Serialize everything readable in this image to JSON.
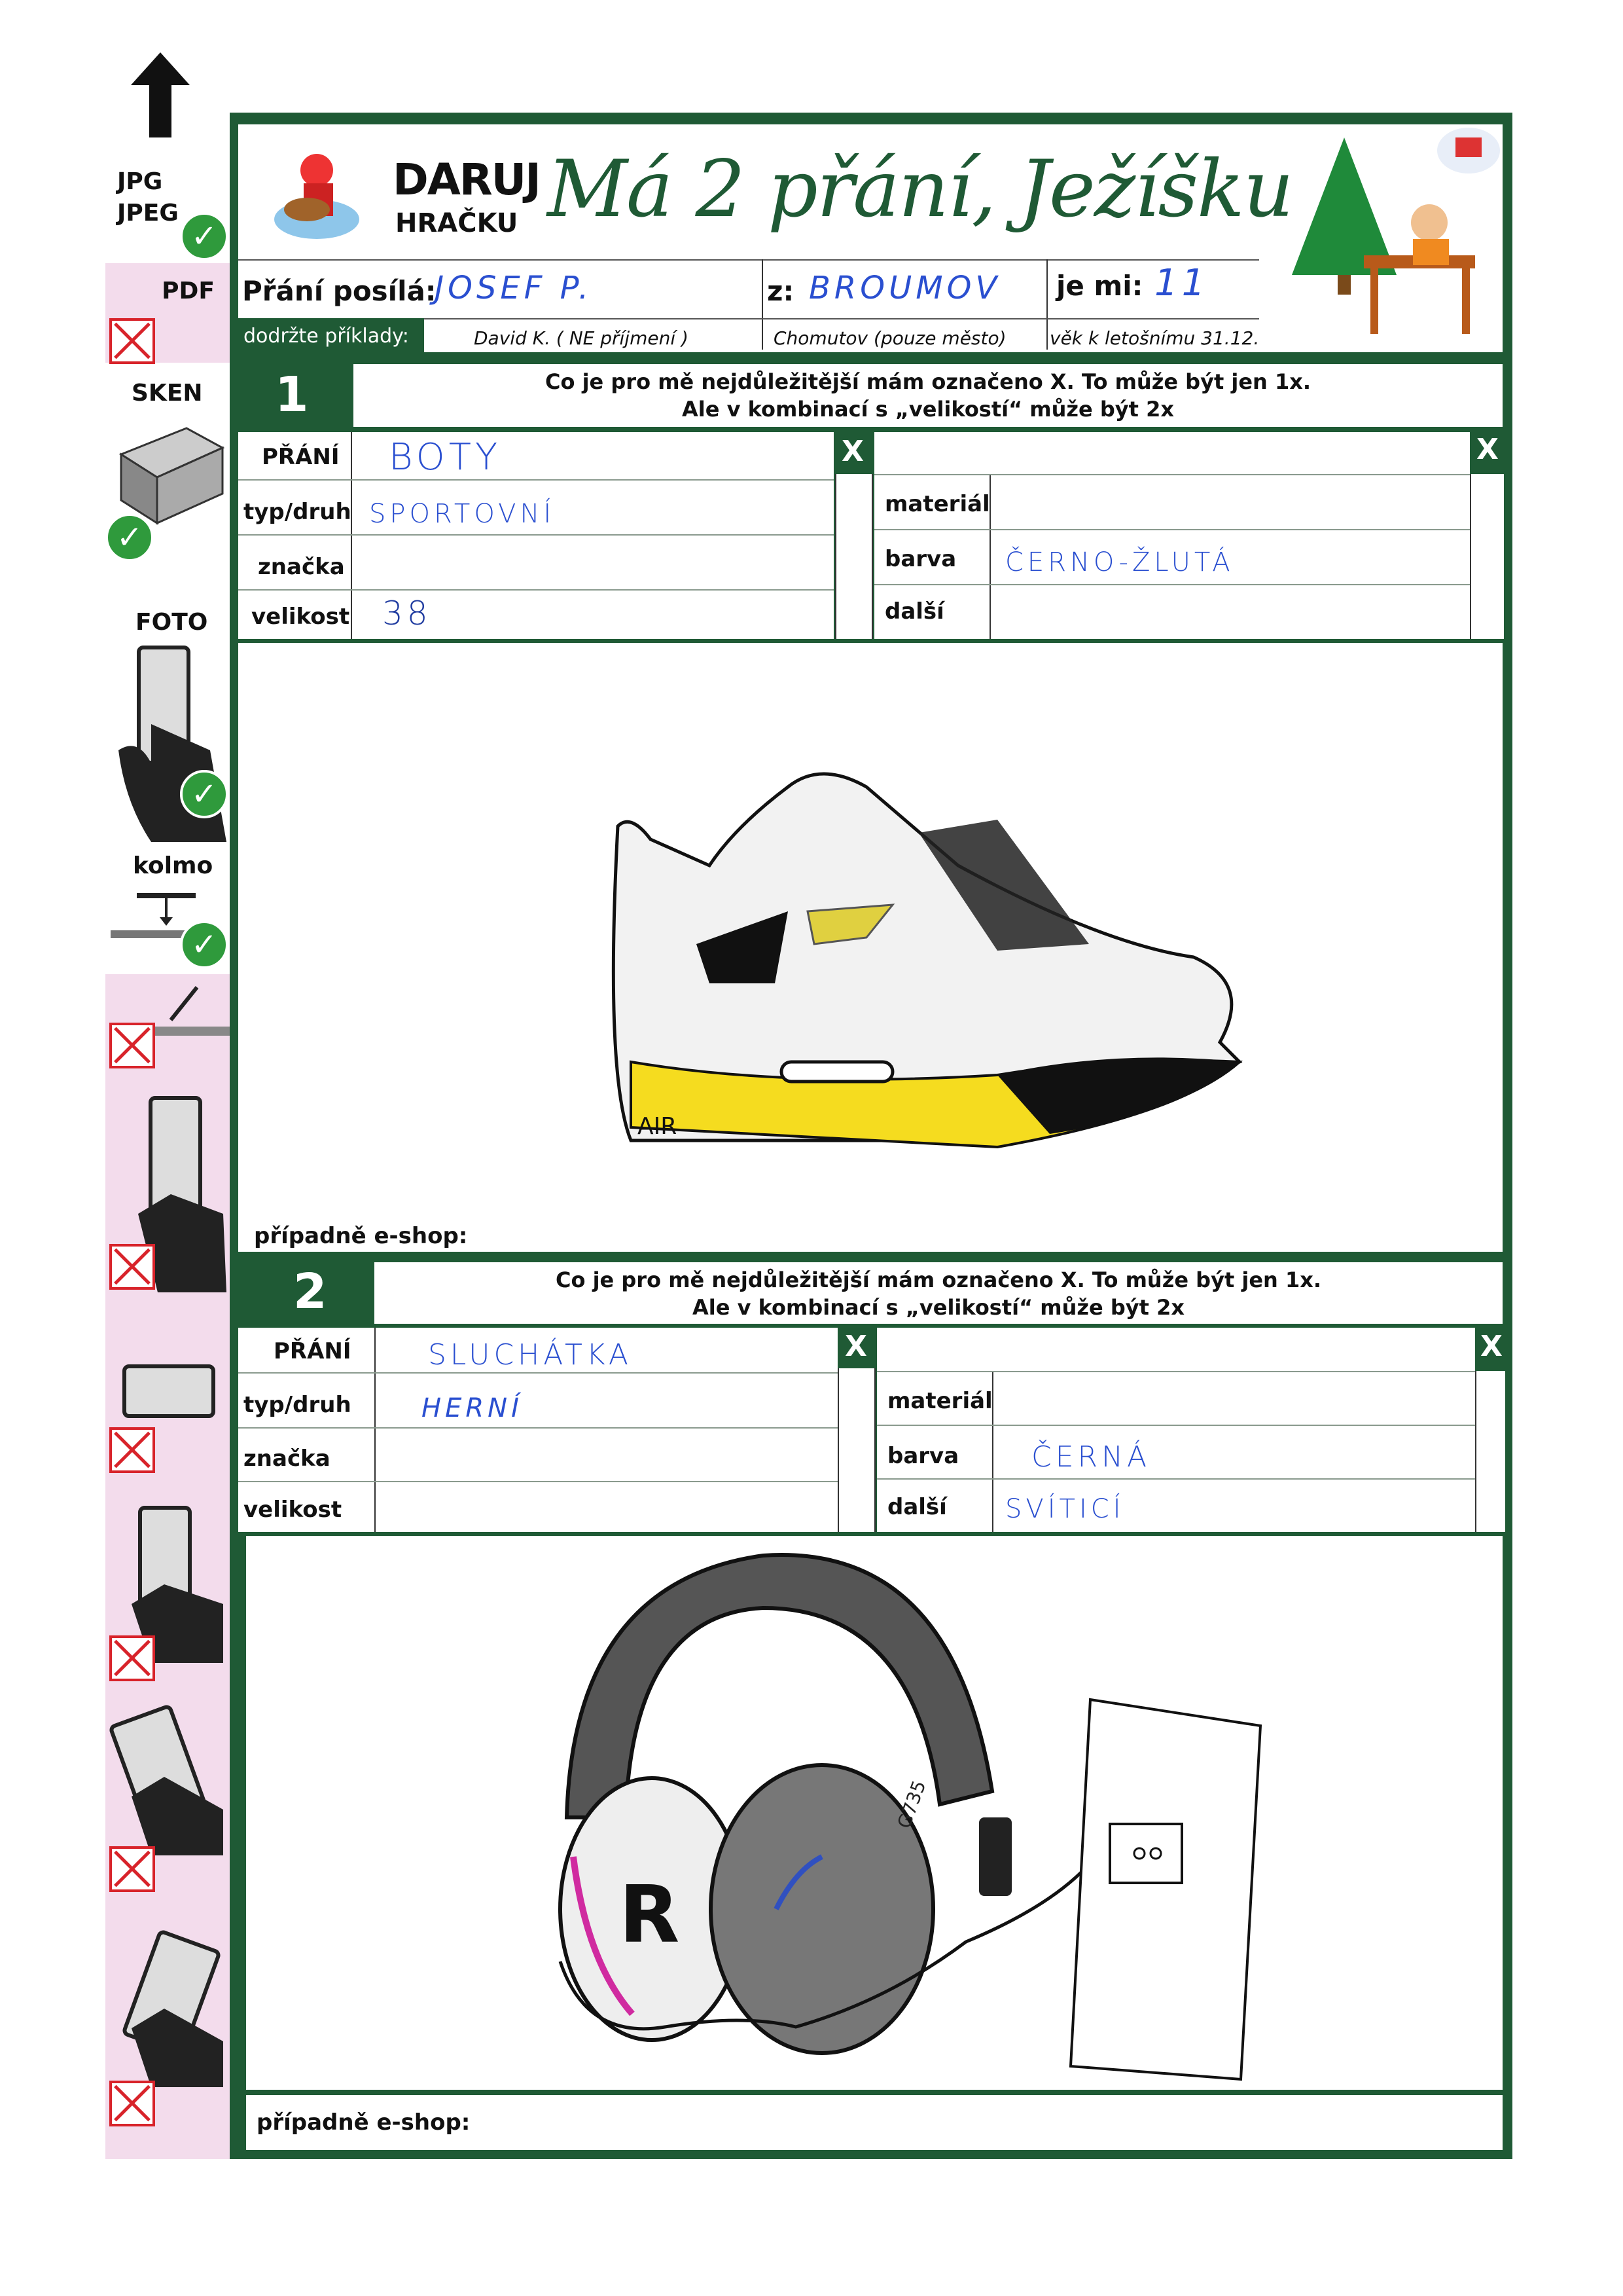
{
  "header": {
    "logo_top": "DARUJ",
    "logo_bottom": "HRAČKU",
    "title": "Má 2 přání, Ježíšku",
    "sender_label": "Přání posílá:",
    "sender_value": "JOSEF P.",
    "from_label": "z:",
    "from_value": "BROUMOV",
    "age_label": "je mi:",
    "age_value": "11",
    "examples_label": "dodržte příklady:",
    "example_name": "David K. ( NE příjmení )",
    "example_city": "Chomutov  (pouze město)",
    "example_age": "věk k letošnímu 31.12."
  },
  "sidebar": {
    "items": [
      {
        "label": "JPG\nJPEG",
        "l1": "JPG",
        "l2": "JPEG",
        "status": "ok"
      },
      {
        "label": "PDF",
        "status": "no"
      },
      {
        "label": "SKEN",
        "status": "ok"
      },
      {
        "label": "FOTO",
        "status": "ok"
      },
      {
        "label": "kolmo",
        "status": "ok"
      }
    ]
  },
  "instructions": {
    "line1": "Co je pro mě nejdůležitější mám označeno X.  To může být jen 1x.",
    "line2": "Ale v kombinací s „velikostí“ může být 2x",
    "x_mark": "X",
    "eshop_label": "případně e-shop:"
  },
  "labels": {
    "wish": "PŘÁNÍ",
    "type": "typ/druh",
    "brand": "značka",
    "size": "velikost",
    "material": "materiál",
    "color": "barva",
    "other": "další"
  },
  "wishes": [
    {
      "number": "1",
      "wish": "BOTY",
      "type": "SPORTOVNÍ",
      "brand": "",
      "size": "38",
      "material": "",
      "color": "ČERNO-ŽLUTÁ",
      "other": "",
      "drawing_text": "AIR"
    },
    {
      "number": "2",
      "wish": "SLUCHÁTKA",
      "type": "HERNÍ",
      "brand": "",
      "size": "",
      "material": "",
      "color": "ČERNÁ",
      "other": "SVÍTICÍ",
      "drawing_text": "G735"
    }
  ]
}
